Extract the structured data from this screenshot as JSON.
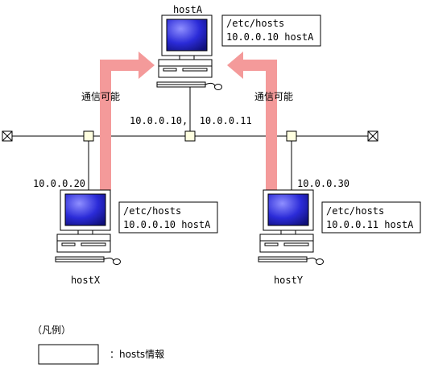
{
  "hosts": {
    "host_a": {
      "name": "hostA",
      "ip": "10.0.0.10,  10.0.0.11"
    },
    "host_x": {
      "name": "hostX",
      "ip": "10.0.0.20"
    },
    "host_y": {
      "name": "hostY",
      "ip": "10.0.0.30"
    }
  },
  "hosts_files": {
    "host_a": {
      "path": "/etc/hosts",
      "entry": "10.0.0.10 hostA"
    },
    "host_x": {
      "path": "/etc/hosts",
      "entry": "10.0.0.10 hostA"
    },
    "host_y": {
      "path": "/etc/hosts",
      "entry": "10.0.0.11 hostA"
    }
  },
  "arrows": {
    "left_label": "通信可能",
    "right_label": "通信可能",
    "color": "#f49a9a"
  },
  "legend": {
    "title": "（凡例）",
    "box_label": "：hosts情報"
  },
  "colors": {
    "monitor_screen": "#2b2bd8",
    "line": "#000000",
    "connector": "#ffffe0"
  }
}
